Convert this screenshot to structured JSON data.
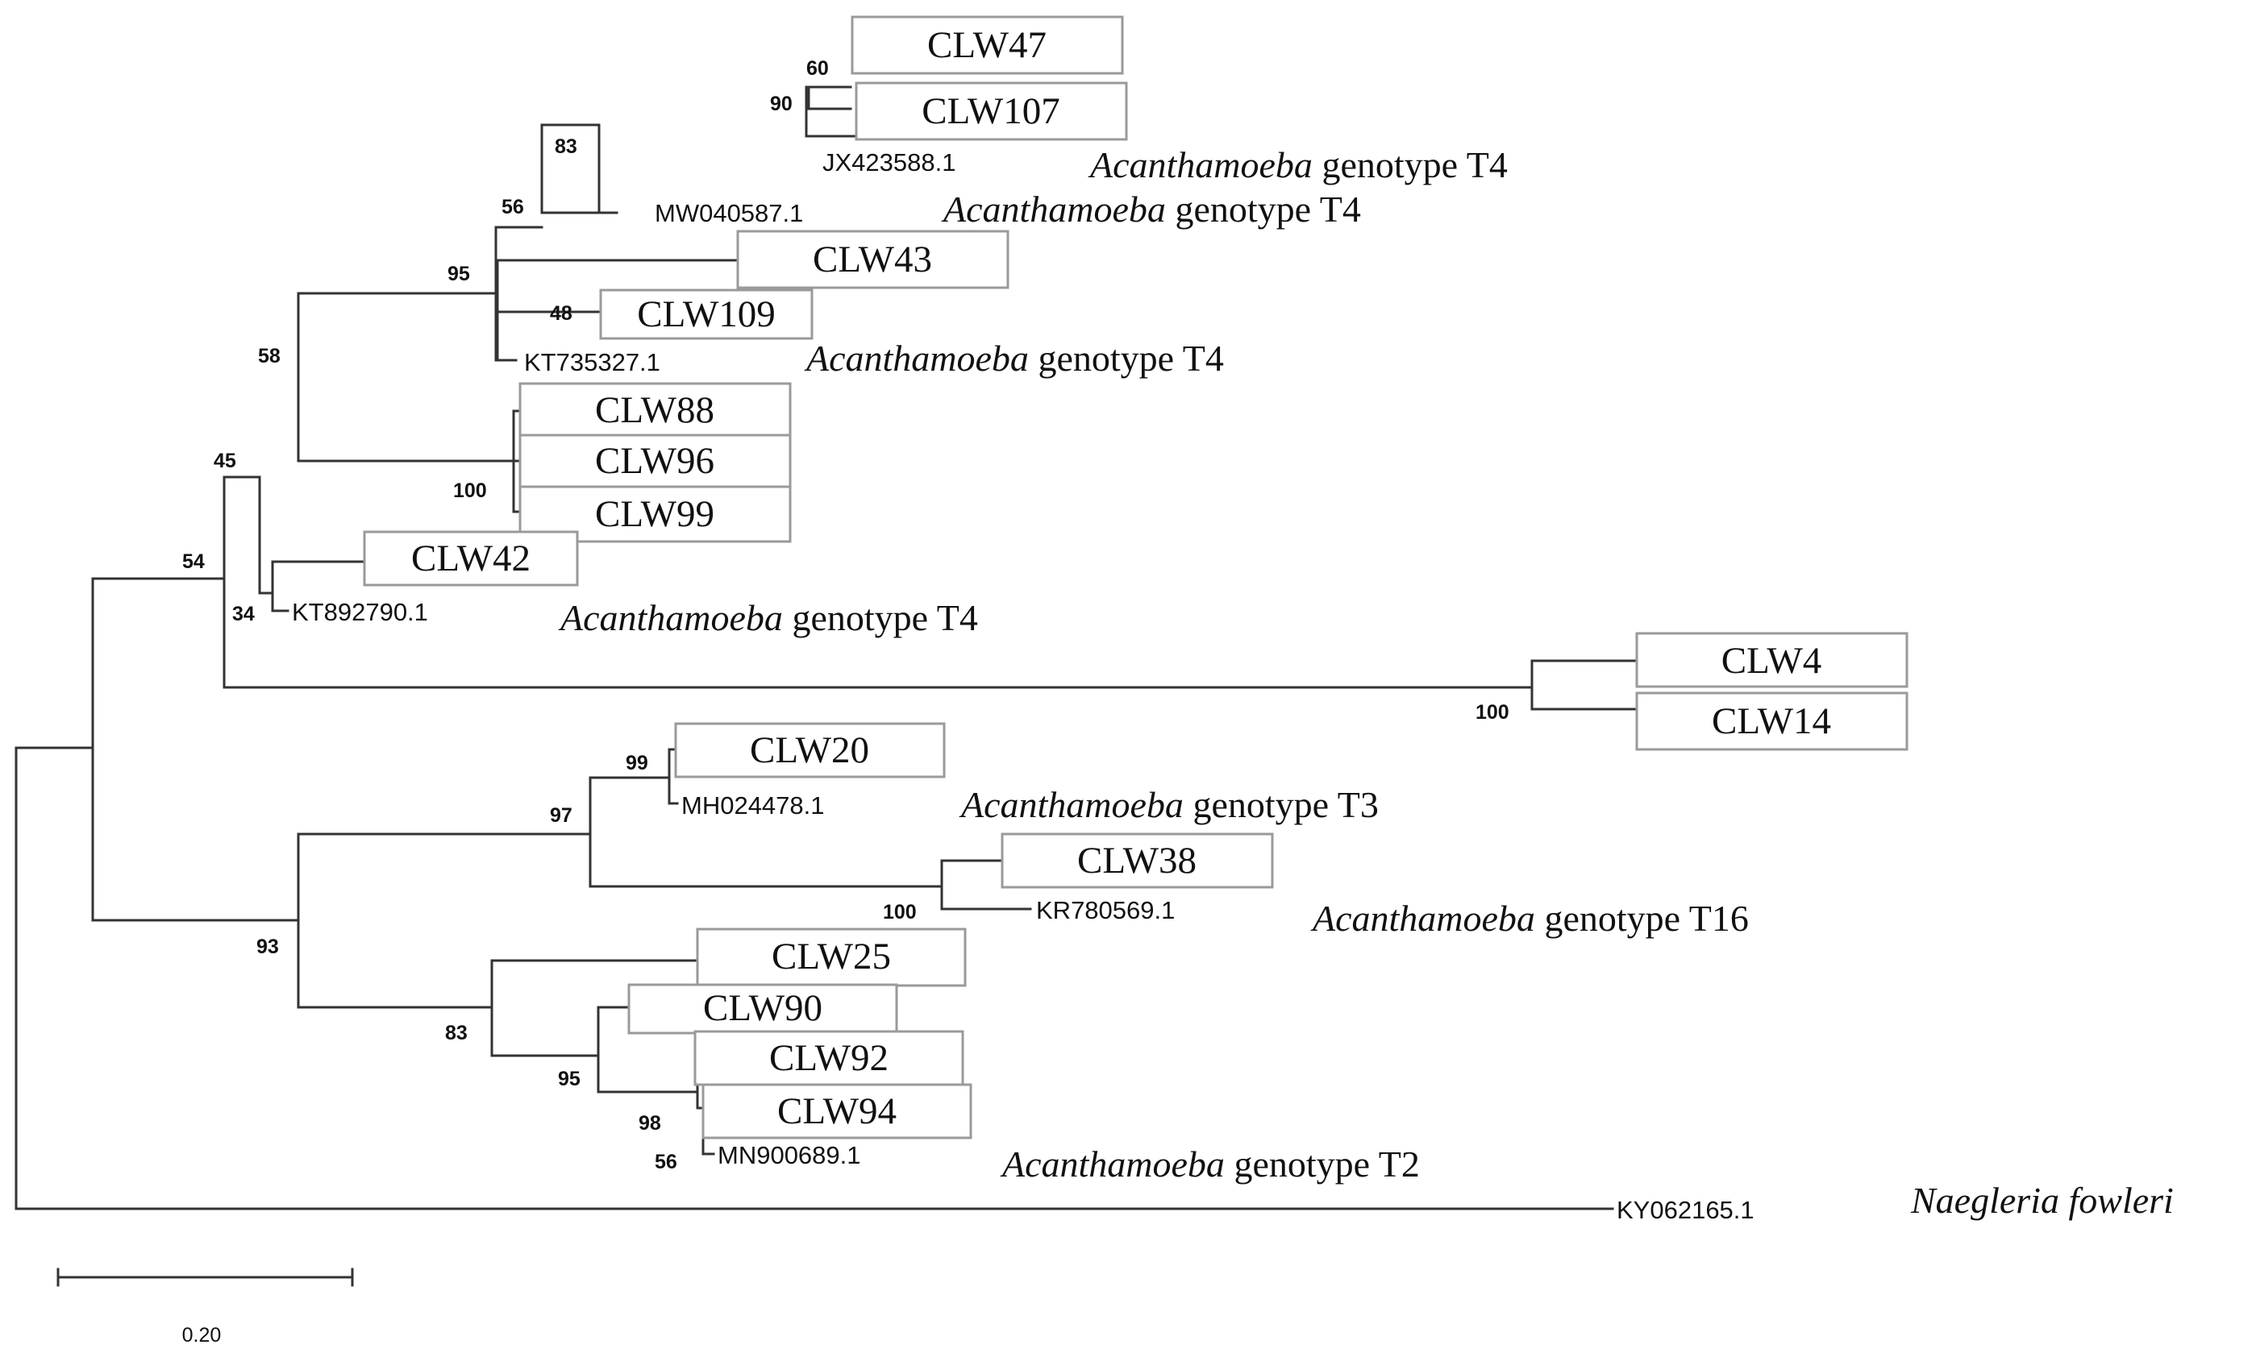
{
  "tree": {
    "bootstrap": {
      "b60": "60",
      "b90": "90",
      "b83a": "83",
      "b56a": "56",
      "b95a": "95",
      "b48": "48",
      "b58": "58",
      "b45": "45",
      "b100a": "100",
      "b54": "54",
      "b34": "34",
      "b100b": "100",
      "b99": "99",
      "b97": "97",
      "b100c": "100",
      "b93": "93",
      "b83b": "83",
      "b95b": "95",
      "b98": "98",
      "b56b": "56"
    },
    "isolates": {
      "clw47": "CLW47",
      "clw107": "CLW107",
      "clw43": "CLW43",
      "clw109": "CLW109",
      "clw88": "CLW88",
      "clw96": "CLW96",
      "clw99": "CLW99",
      "clw42": "CLW42",
      "clw4": "CLW4",
      "clw14": "CLW14",
      "clw20": "CLW20",
      "clw38": "CLW38",
      "clw25": "CLW25",
      "clw90": "CLW90",
      "clw92": "CLW92",
      "clw94": "CLW94"
    },
    "references": {
      "jx423588": "JX423588.1",
      "mw040587": "MW040587.1",
      "kt735327": "KT735327.1",
      "kt892790": "KT892790.1",
      "mh024478": "MH024478.1",
      "kr780569": "KR780569.1",
      "mn900689": "MN900689.1",
      "ky062165": "KY062165.1"
    },
    "annotations": {
      "genus": "Acanthamoeba",
      "t4": "genotype T4",
      "t3": "genotype T3",
      "t16": "genotype T16",
      "t2": "genotype T2",
      "outgroup": "Naegleria fowleri"
    },
    "scale_bar": {
      "label": "0.20",
      "value": 0.2
    }
  }
}
